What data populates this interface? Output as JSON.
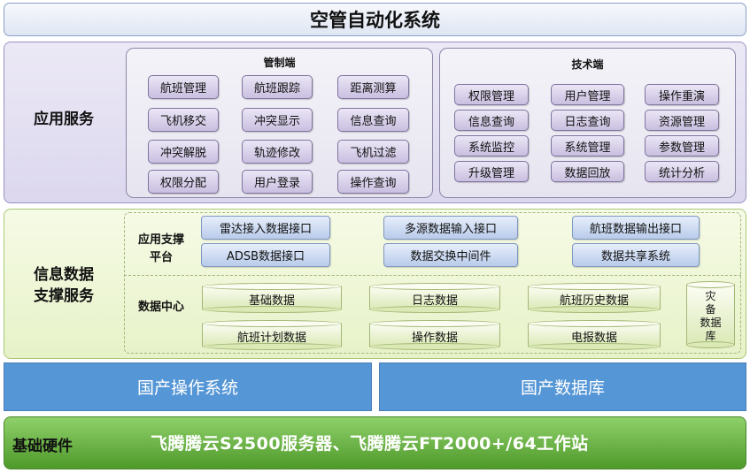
{
  "title": "空管自动化系统",
  "app_services": {
    "label": "应用服务",
    "control": {
      "title": "管制端",
      "items": [
        "航班管理",
        "航班跟踪",
        "距离测算",
        "飞机移交",
        "冲突显示",
        "信息查询",
        "冲突解脱",
        "轨迹修改",
        "飞机过滤",
        "权限分配",
        "用户登录",
        "操作查询"
      ]
    },
    "tech": {
      "title": "技术端",
      "items": [
        "权限管理",
        "用户管理",
        "操作重演",
        "信息查询",
        "日志查询",
        "资源管理",
        "系统监控",
        "系统管理",
        "参数管理",
        "升级管理",
        "数据回放",
        "统计分析"
      ]
    }
  },
  "data_support": {
    "label_line1": "信息数据",
    "label_line2": "支撑服务",
    "platform": {
      "label_line1": "应用支撑",
      "label_line2": "平台",
      "items": [
        "雷达接入数据接口",
        "多源数据输入接口",
        "航班数据输出接口",
        "ADSB数据接口",
        "数据交换中间件",
        "数据共享系统"
      ]
    },
    "data_center": {
      "label": "数据中心",
      "items": [
        "基础数据",
        "日志数据",
        "航班历史数据",
        "航班计划数据",
        "操作数据",
        "电报数据"
      ],
      "backup": [
        "灾",
        "备",
        "数据",
        "库"
      ]
    }
  },
  "os": "国产操作系统",
  "db": "国产数据库",
  "hardware": {
    "label": "基础硬件",
    "desc": "飞腾腾云S2500服务器、飞腾腾云FT2000+/64工作站"
  },
  "colors": {
    "app_band": "#e3dff2",
    "data_band": "#eef6d6",
    "os_db": "#5596d6",
    "hardware": "#6cb545"
  }
}
